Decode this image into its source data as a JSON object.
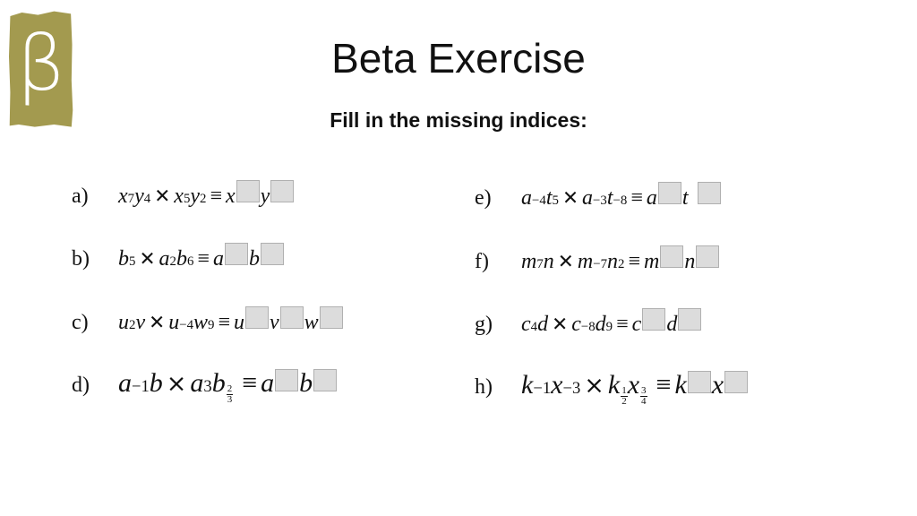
{
  "logo": {
    "glyph": "β",
    "color": "#a39a4f",
    "icon": "beta-logo-icon"
  },
  "header": {
    "title": "Beta Exercise",
    "subtitle": "Fill in the missing indices:"
  },
  "answer_box": {
    "fill": "#dcdcdc",
    "border": "#b0b0b0"
  },
  "questions": [
    {
      "label": "a)",
      "lhs": "x^7 y^4 × x^5 y^2",
      "rhs": "x^□ y^□",
      "parts": {
        "v1": "x",
        "e1": "7",
        "v2": "y",
        "e2": "4",
        "v3": "x",
        "e3": "5",
        "v4": "y",
        "e4": "2",
        "op": "≡",
        "r1": "x",
        "r2": "y"
      }
    },
    {
      "label": "b)",
      "lhs": "b^5 × a^2 b^6",
      "rhs": "a^□ b^□",
      "parts": {
        "v1": "b",
        "e1": "5",
        "v2": "a",
        "e2": "2",
        "v3": "b",
        "e3": "6",
        "op": "≡",
        "r1": "a",
        "r2": "b"
      }
    },
    {
      "label": "c)",
      "lhs": "u^2 v × u^-4 w^9",
      "rhs": "u^□ v^□ w^□",
      "parts": {
        "v1": "u",
        "e1": "2",
        "v2": "v",
        "v3": "u",
        "e3": "−4",
        "v4": "w",
        "e4": "9",
        "op": "≡",
        "r1": "u",
        "r2": "v",
        "r3": "w"
      }
    },
    {
      "label": "d)",
      "lhs": "a^-1 b × a^3 b^(2/3)",
      "rhs": "a^□ b^□",
      "parts": {
        "v1": "a",
        "e1": "−1",
        "v2": "b",
        "v3": "a",
        "e3": "3",
        "v4": "b",
        "e4_num": "2",
        "e4_den": "3",
        "op": "≡",
        "r1": "a",
        "r2": "b"
      }
    },
    {
      "label": "e)",
      "lhs": "a^-4 t^5 × a^-3 t^-8",
      "rhs": "a^□ t^□",
      "parts": {
        "v1": "a",
        "e1": "−4",
        "v2": "t",
        "e2": "5",
        "v3": "a",
        "e3": "−3",
        "v4": "t",
        "e4": "−8",
        "op": "≡",
        "r1": "a",
        "r2": "t"
      }
    },
    {
      "label": "f)",
      "lhs": "m^7 n × m^-7 n^2",
      "rhs": "m^□ n^□",
      "parts": {
        "v1": "m",
        "e1": "7",
        "v2": "n",
        "v3": "m",
        "e3": "−7",
        "v4": "n",
        "e4": "2",
        "op": "≡",
        "r1": "m",
        "r2": "n"
      }
    },
    {
      "label": "g)",
      "lhs": "c^4 d × c^-8 d^9",
      "rhs": "c^□ d^□",
      "parts": {
        "v1": "c",
        "e1": "4",
        "v2": "d",
        "v3": "c",
        "e3": "−8",
        "v4": "d",
        "e4": "9",
        "op": "≡",
        "r1": "c",
        "r2": "d"
      }
    },
    {
      "label": "h)",
      "lhs": "k^-1 x^-3 × k^(1/2) x^(3/4)",
      "rhs": "k^□ x^□",
      "parts": {
        "v1": "k",
        "e1": "−1",
        "v2": "x",
        "e2": "−3",
        "v3": "k",
        "e3_num": "1",
        "e3_den": "2",
        "v4": "x",
        "e4_num": "3",
        "e4_den": "4",
        "op": "≡",
        "r1": "k",
        "r2": "x"
      }
    }
  ],
  "symbols": {
    "times": "✕",
    "times_small": "×",
    "equiv": "≡"
  }
}
